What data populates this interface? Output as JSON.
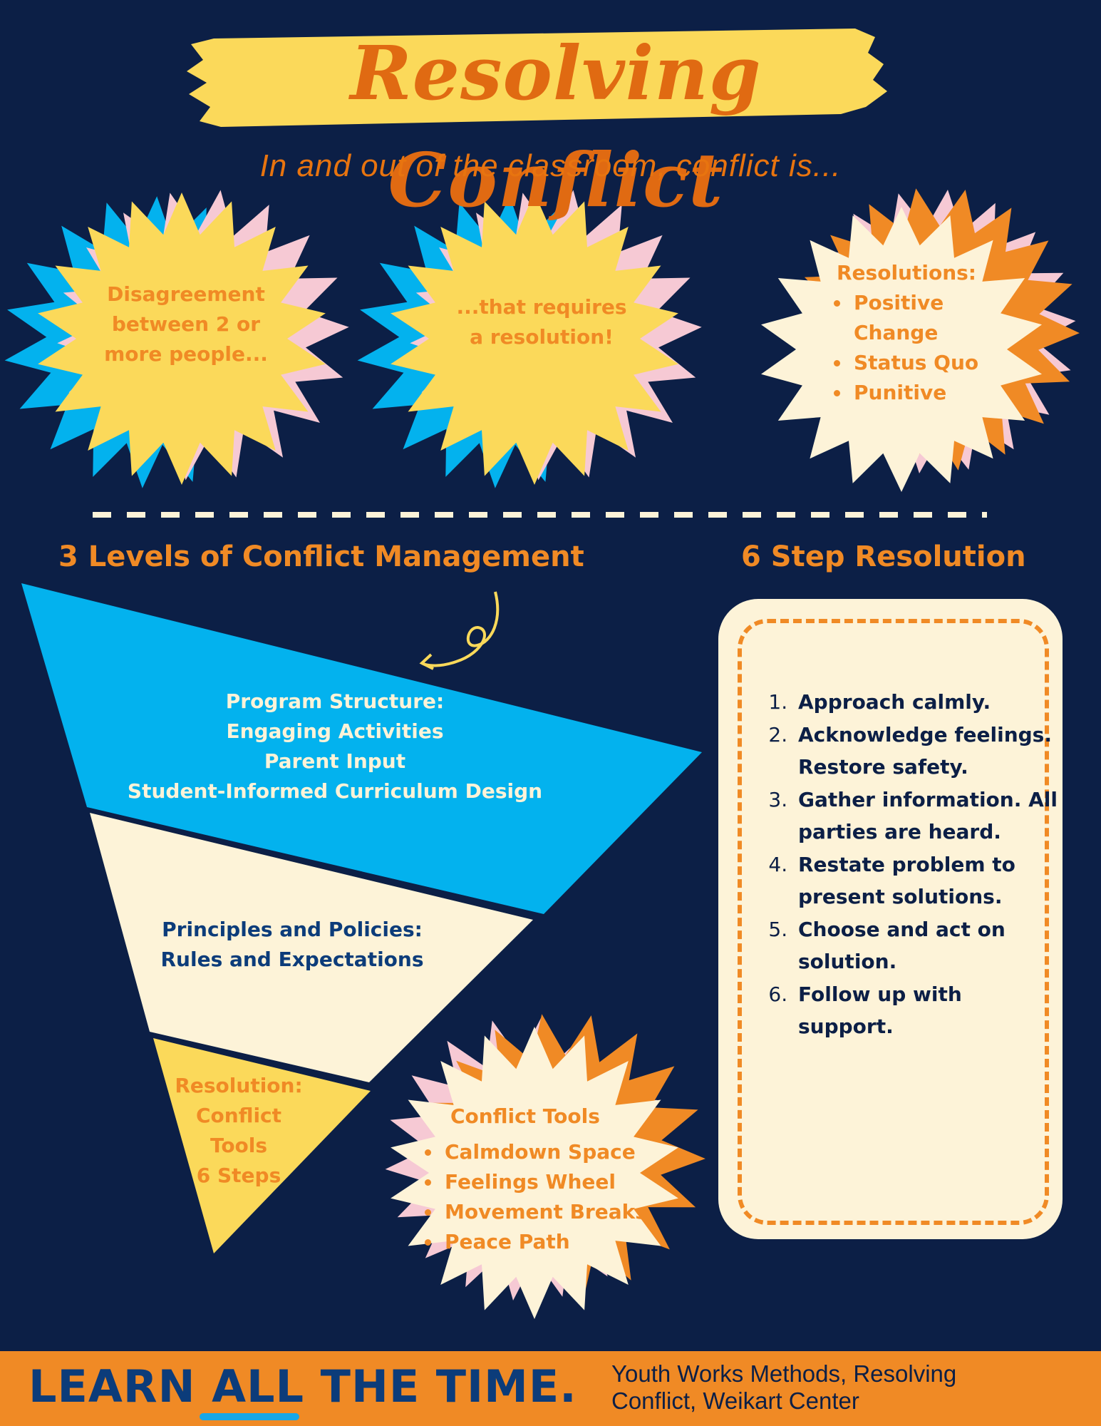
{
  "header": {
    "title": "Resolving Conflict",
    "subtitle": "In and out of the classroom, conflict is..."
  },
  "bursts": {
    "disagreement": "Disagreement between 2 or more people...",
    "requires": "...that requires a resolution!",
    "resolutions": {
      "title": "Resolutions:",
      "items": [
        "Positive Change",
        "Status Quo",
        "Punitive"
      ]
    }
  },
  "levels": {
    "heading": "3 Levels of Conflict Management",
    "top": [
      "Program Structure:",
      "Engaging Activities",
      "Parent Input",
      "Student-Informed Curriculum Design"
    ],
    "middle": [
      "Principles and Policies:",
      "Rules and Expectations"
    ],
    "bottom": [
      "Resolution:",
      "Conflict",
      "Tools",
      "6 Steps"
    ]
  },
  "tools": {
    "title": "Conflict Tools",
    "items": [
      "Calmdown Space",
      "Feelings Wheel",
      "Movement Breaks",
      "Peace Path"
    ]
  },
  "steps": {
    "heading": "6 Step Resolution",
    "items": [
      "Approach calmly.",
      "Acknowledge feelings. Restore safety.",
      "Gather information. All parties are heard.",
      "Restate problem to present solutions.",
      "Choose and act on solution.",
      "Follow up with support."
    ]
  },
  "footer": {
    "slogan_part1": "LEARN ",
    "slogan_all": "ALL",
    "slogan_part2": " THE TIME.",
    "credit": "Youth Works Methods, Resolving Conflict, Weikart Center"
  },
  "colors": {
    "navy": "#0c1f46",
    "orange": "#f08a25",
    "yellow": "#fbd95a",
    "blue": "#03b2ee",
    "cream": "#fdf3d8",
    "pink": "#f6c9d4"
  }
}
